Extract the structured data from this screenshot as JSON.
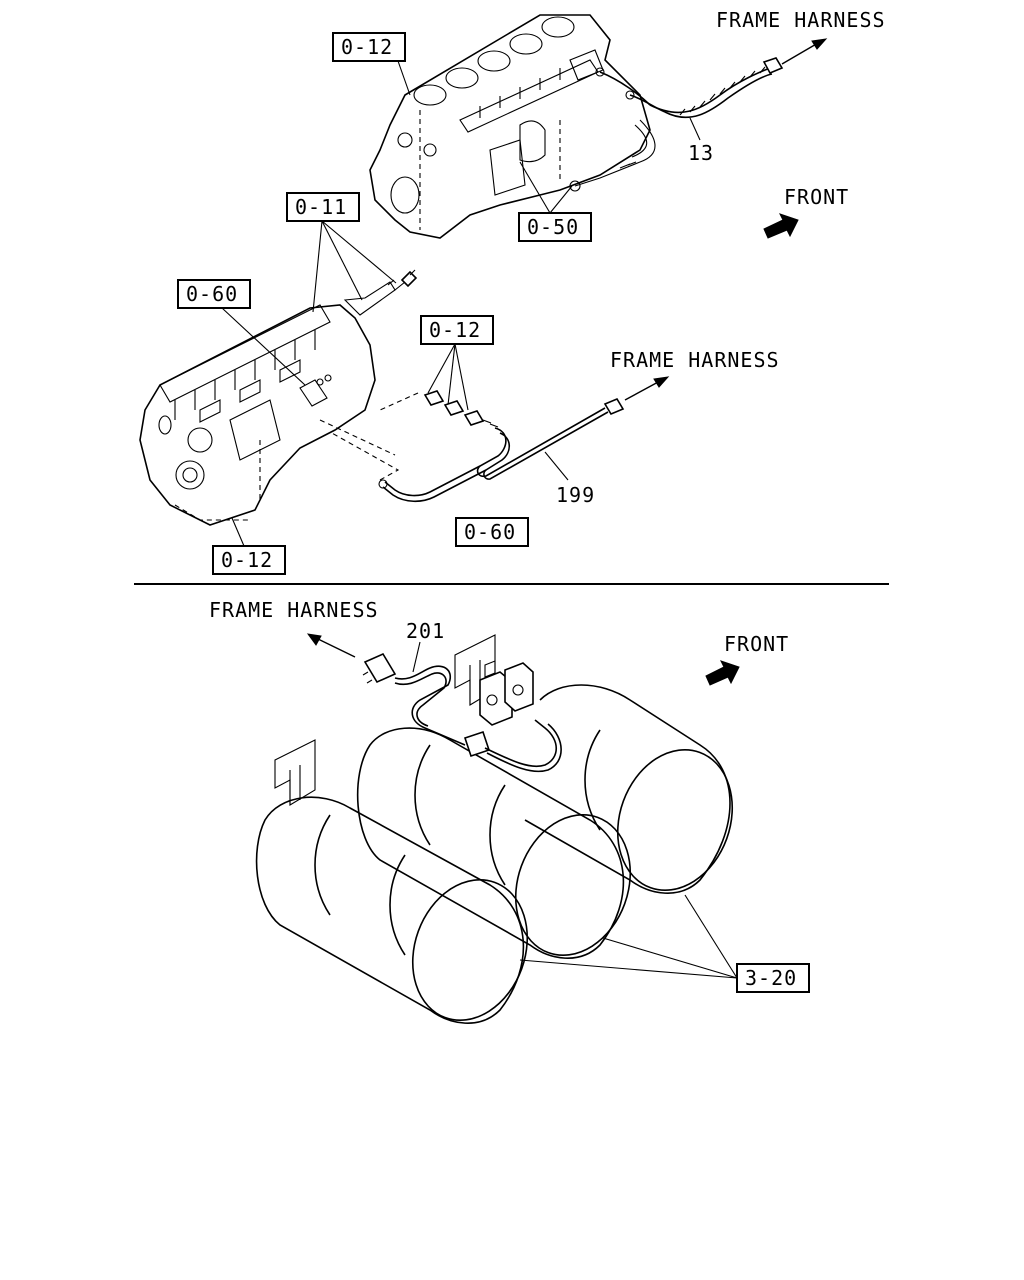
{
  "top": {
    "frame_harness_top": "FRAME HARNESS",
    "frame_harness_mid": "FRAME HARNESS",
    "front": "FRONT",
    "refs": {
      "r1": "0-12",
      "r2": "0-11",
      "r3": "0-60",
      "r4": "0-50",
      "r5": "0-12",
      "r6": "0-60",
      "r7": "0-12"
    },
    "parts": {
      "p13": "13",
      "p199": "199"
    }
  },
  "bottom": {
    "frame_harness": "FRAME HARNESS",
    "front": "FRONT",
    "ref_tanks": "3-20",
    "part_201": "201"
  },
  "icons": [
    "front-arrow-icon",
    "harness-arrow-icon"
  ]
}
